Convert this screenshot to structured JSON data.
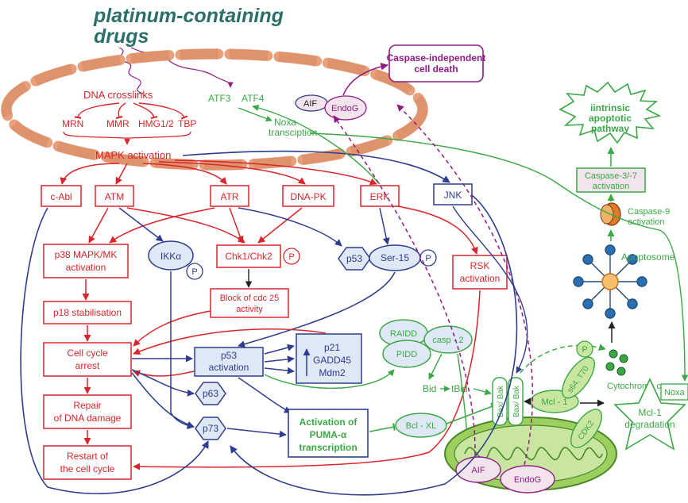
{
  "title": {
    "line1": "platinum-containing",
    "line2": "drugs"
  },
  "colors": {
    "red": "#d9262b",
    "blue": "#2e3d8f",
    "green": "#3aa845",
    "purple": "#8e1c86",
    "teal": "#2a6f6a",
    "orange": "#e8a07a",
    "apop_fill": "#f3e3ec",
    "node_fill": "#dfe8f5"
  },
  "nucleus": {
    "crosslinks": "DNA crosslinks",
    "targets": [
      "MRN",
      "MMR",
      "HMG1/2",
      "TBP"
    ],
    "mapk": "MAPK activation",
    "atf3": "ATF3",
    "atf4": "ATF4",
    "noxa_line1": "Noxa",
    "noxa_line2": "transciption",
    "aif": "AIF",
    "endog": "EndoG"
  },
  "kinases": {
    "cabl": "c-Abl",
    "atm": "ATM",
    "atr": "ATR",
    "dnapk": "DNA-PK",
    "erk": "ERK",
    "jnk": "JNK"
  },
  "caspase_independent": {
    "line1": "Caspase-independent",
    "line2": "cell death"
  },
  "intrinsic": {
    "line1": "iintrinsic",
    "line2": "apoptotic",
    "line3": "pathway"
  },
  "caspase37": {
    "line1": "Caspase-3/-7",
    "line2": "activation"
  },
  "caspase9": {
    "line1": "Caspase-9",
    "line2": "activation"
  },
  "apoptosome": "Apoptosome",
  "cytochrome": "Cytochrome c",
  "p38": {
    "line1": "p38 MAPK/MK",
    "line2": "activation"
  },
  "p18": "p18 stabilisation",
  "ikka": "IKKα",
  "p_label": "P",
  "chk": "Chk1/Chk2",
  "block": {
    "line1": "Block of cdc 25",
    "line2": "activity"
  },
  "p53_node": "p53",
  "ser15": "Ser-15",
  "rsk": {
    "line1": "RSK",
    "line2": "activation"
  },
  "arrest": {
    "line1": "Cell cycle",
    "line2": "arrest"
  },
  "repair": {
    "line1": "Repair",
    "line2": "of DNA damage"
  },
  "restart": {
    "line1": "Restart of",
    "line2": "the cell cycle"
  },
  "p53act": {
    "line1": "p53",
    "line2": "activation"
  },
  "p21box": {
    "line1": "p21",
    "line2": "GADD45",
    "line3": "Mdm2"
  },
  "p63": "p63",
  "p73": "p73",
  "puma": {
    "line1": "Activation of",
    "line2": "PUMA-α",
    "line3": "transcription"
  },
  "raidd": "RAIDD",
  "pidd": "PIDD",
  "casp2": "casp - 2",
  "bid": "Bid",
  "tbid": "tBid",
  "bclxl": "Bcl - XL",
  "bax1": "Bax/ Bak",
  "bax2": "Bax/ Bak",
  "mcl1": "Mcl - 1",
  "s64": "s64, T70",
  "cdk2": "CDK2",
  "mito_aif": "AIF",
  "mito_endog": "EndoG",
  "noxa_right": "Noxa",
  "mcl_deg": {
    "line1": "Mcl-1",
    "line2": "degradation"
  }
}
